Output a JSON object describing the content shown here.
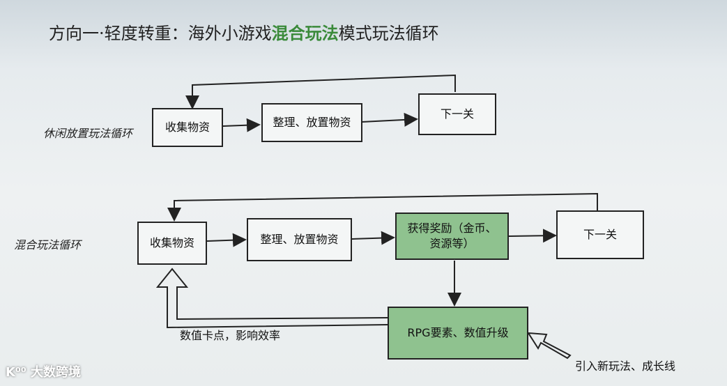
{
  "title": {
    "prefix": "方向一·轻度转重：海外小游戏",
    "highlight": "混合玩法",
    "suffix": "模式玩法循环"
  },
  "row1": {
    "label": "休闲放置玩法循环",
    "boxes": [
      "收集物资",
      "整理、放置物资",
      "下一关"
    ]
  },
  "row2": {
    "label": "混合玩法循环",
    "boxes": [
      "收集物资",
      "整理、放置物资",
      "获得奖励（金币、资源等）",
      "下一关"
    ],
    "rpg_box": "RPG要素、数值升级",
    "feedback_label": "数值卡点，影响效率",
    "input_label": "引入新玩法、成长线"
  },
  "colors": {
    "highlight": "#3a8a3a",
    "green_box": "#8fc28f"
  },
  "watermark": "大数跨境"
}
